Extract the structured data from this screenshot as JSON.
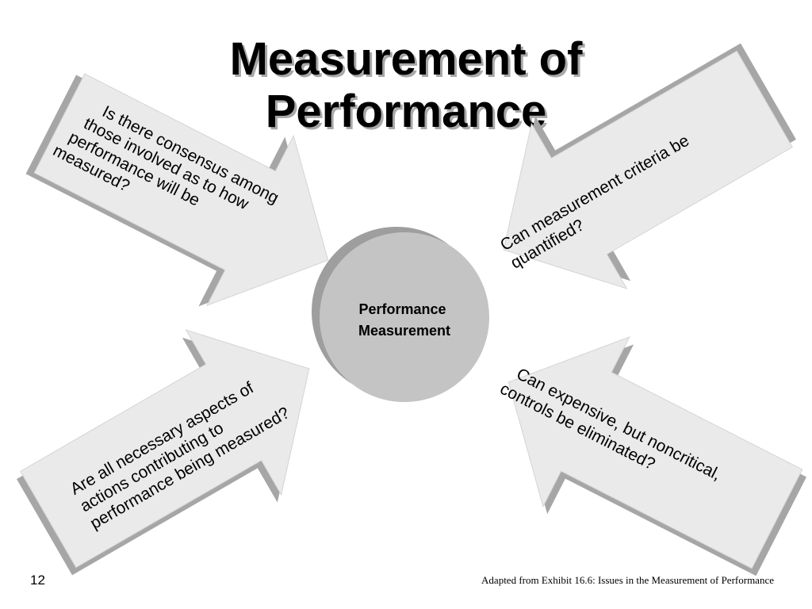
{
  "title": {
    "line1": "Measurement of",
    "line2": "Performance"
  },
  "center": {
    "line1": "Performance",
    "line2": "Measurement"
  },
  "arrows": {
    "top_left": {
      "lines": [
        "Is there consensus among",
        "those involved as to how",
        "performance will be",
        "measured?"
      ]
    },
    "top_right": {
      "lines": [
        "Can measurement criteria be",
        "quantified?"
      ]
    },
    "bottom_left": {
      "lines": [
        "Are all necessary aspects of",
        "actions contributing to",
        "performance being measured?"
      ]
    },
    "bottom_right": {
      "lines": [
        "Can expensive, but noncritical,",
        "controls be eliminated?"
      ]
    }
  },
  "footer": {
    "slide_number": "12",
    "source": "Adapted from Exhibit 16.6: Issues in the Measurement of Performance"
  },
  "colors": {
    "arrow_fill": "#eaeaea",
    "arrow_shadow": "#a6a6a6",
    "circle_fill": "#c4c4c4",
    "circle_shadow": "#9e9e9e"
  }
}
